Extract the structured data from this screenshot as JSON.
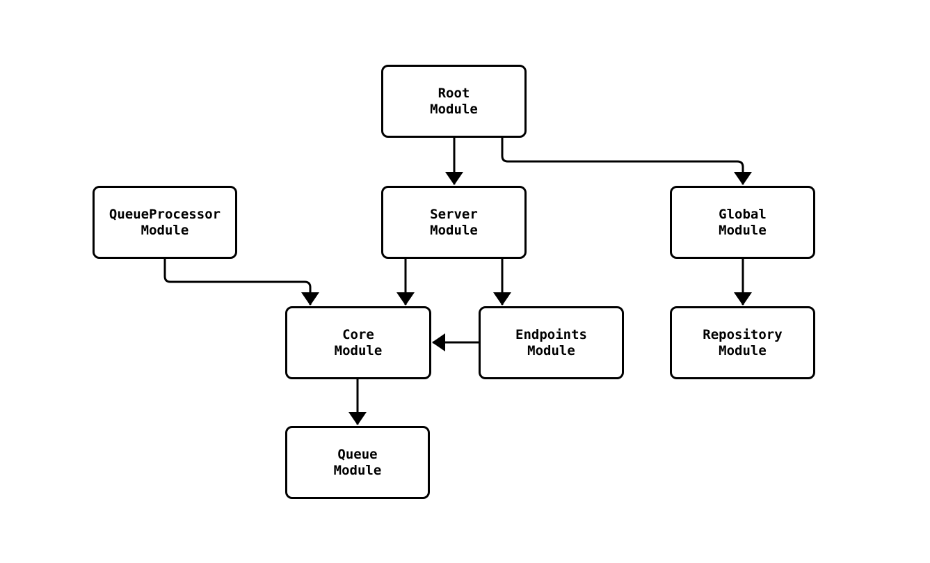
{
  "diagram": {
    "type": "module-dependency-flowchart",
    "background_color": "#ffffff",
    "stroke_color": "#000000",
    "text_color": "#000000",
    "nodes": {
      "root": {
        "label": "Root\nModule"
      },
      "queueprocessor": {
        "label": "QueueProcessor\nModule"
      },
      "server": {
        "label": "Server\nModule"
      },
      "global": {
        "label": "Global\nModule"
      },
      "core": {
        "label": "Core\nModule"
      },
      "endpoints": {
        "label": "Endpoints\nModule"
      },
      "repository": {
        "label": "Repository\nModule"
      },
      "queue": {
        "label": "Queue\nModule"
      }
    },
    "edges": [
      {
        "from": "Root Module",
        "to": "Server Module",
        "arrow": "down"
      },
      {
        "from": "Root Module",
        "to": "Global Module",
        "arrow": "down"
      },
      {
        "from": "QueueProcessor Module",
        "to": "Core Module",
        "arrow": "down"
      },
      {
        "from": "Server Module",
        "to": "Core Module",
        "arrow": "down"
      },
      {
        "from": "Server Module",
        "to": "Endpoints Module",
        "arrow": "down"
      },
      {
        "from": "Endpoints Module",
        "to": "Core Module",
        "arrow": "left"
      },
      {
        "from": "Global Module",
        "to": "Repository Module",
        "arrow": "down"
      },
      {
        "from": "Core Module",
        "to": "Queue Module",
        "arrow": "down"
      }
    ]
  }
}
